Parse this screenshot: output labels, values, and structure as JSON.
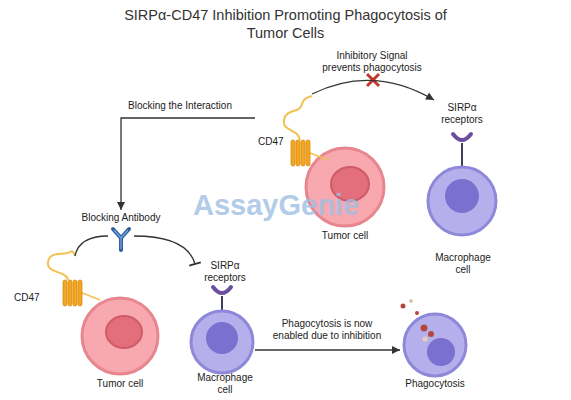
{
  "diagram": {
    "title": "SIRPα-CD47 Inhibition Promoting Phagocytosis of Tumor Cells",
    "nodes": [
      {
        "text": [
          "CD47",
          "Tumor cell"
        ]
      },
      {
        "text": [
          "SIRPα receptors",
          "Macrophage cell"
        ]
      },
      {
        "text": [
          "Blocking Antibody"
        ]
      },
      {
        "text": [
          "CD47",
          "Tumor cell"
        ]
      },
      {
        "text": [
          "SIRPα receptors",
          "Macrophage cell"
        ]
      },
      {
        "text": [
          "Phagocytosis"
        ]
      }
    ],
    "edges": [
      {
        "from": 0,
        "to": 1,
        "label": "Inhibitory Signal prevents phagocytosis",
        "arrow": "to"
      },
      {
        "from": 0,
        "to": 2,
        "label": "Blocking the Interaction",
        "arrow": "to"
      },
      {
        "from": 3,
        "to": 2,
        "arrow": "none"
      },
      {
        "from": 2,
        "to": 4,
        "arrow": "to"
      },
      {
        "from": 4,
        "to": 5,
        "label": "Phagocytosis is now enabled due to inhibition",
        "arrow": "to"
      }
    ],
    "labels": [
      "AssayGenie"
    ]
  }
}
